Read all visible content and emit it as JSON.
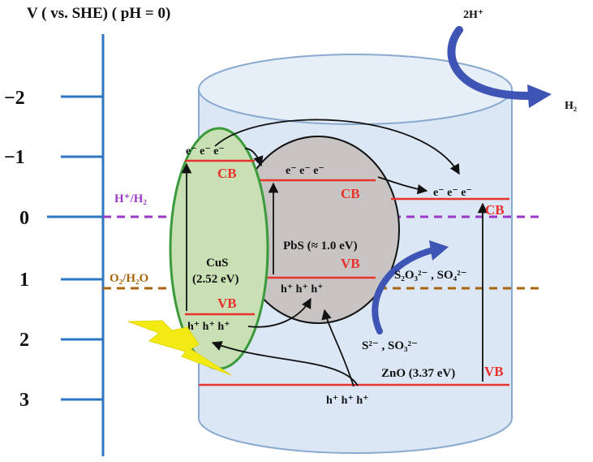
{
  "axis": {
    "title": "V ( vs. SHE) ( pH = 0)",
    "ticks": [
      "−2",
      "−1",
      "0",
      "1",
      "2",
      "3"
    ]
  },
  "reference_levels": {
    "h_couple": "H⁺/H₂",
    "o_couple": "O₂/H₂O"
  },
  "gas": {
    "reactant": "2H⁺",
    "product": "H₂"
  },
  "cus": {
    "name": "CuS",
    "gap": "(2.52 eV)",
    "cb": "CB",
    "vb": "VB",
    "electrons": "e⁻  e⁻  e⁻",
    "holes": "h⁺ h⁺ h⁺"
  },
  "pbs": {
    "label": "PbS (≈ 1.0 eV)",
    "cb": "CB",
    "vb": "VB",
    "electrons": "e⁻  e⁻  e⁻",
    "holes": "h⁺ h⁺ h⁺"
  },
  "zno": {
    "label": "ZnO (3.37 eV)",
    "cb": "CB",
    "vb": "VB",
    "electrons": "e⁻  e⁻  e⁻",
    "holes": "h⁺ h⁺ h⁺"
  },
  "sacrificial": {
    "reactants": "S²⁻ , SO₃²⁻",
    "products": "S₂O₃²⁻ , SO₄²⁻"
  },
  "colors": {
    "axis": "#2e75c4",
    "band_edge": "#e8322c",
    "h_couple": "#9a39c7",
    "o_couple": "#a8660f",
    "cylinder_fill": "#dbe7f5",
    "cylinder_stroke": "#8aa9cf",
    "cus_fill": "#c9e0b4",
    "cus_stroke": "#3b9a3b",
    "pbs_fill": "#c9c4c4",
    "light_bolt": "#f2ea12",
    "reaction_arrow": "#3f55b5"
  }
}
